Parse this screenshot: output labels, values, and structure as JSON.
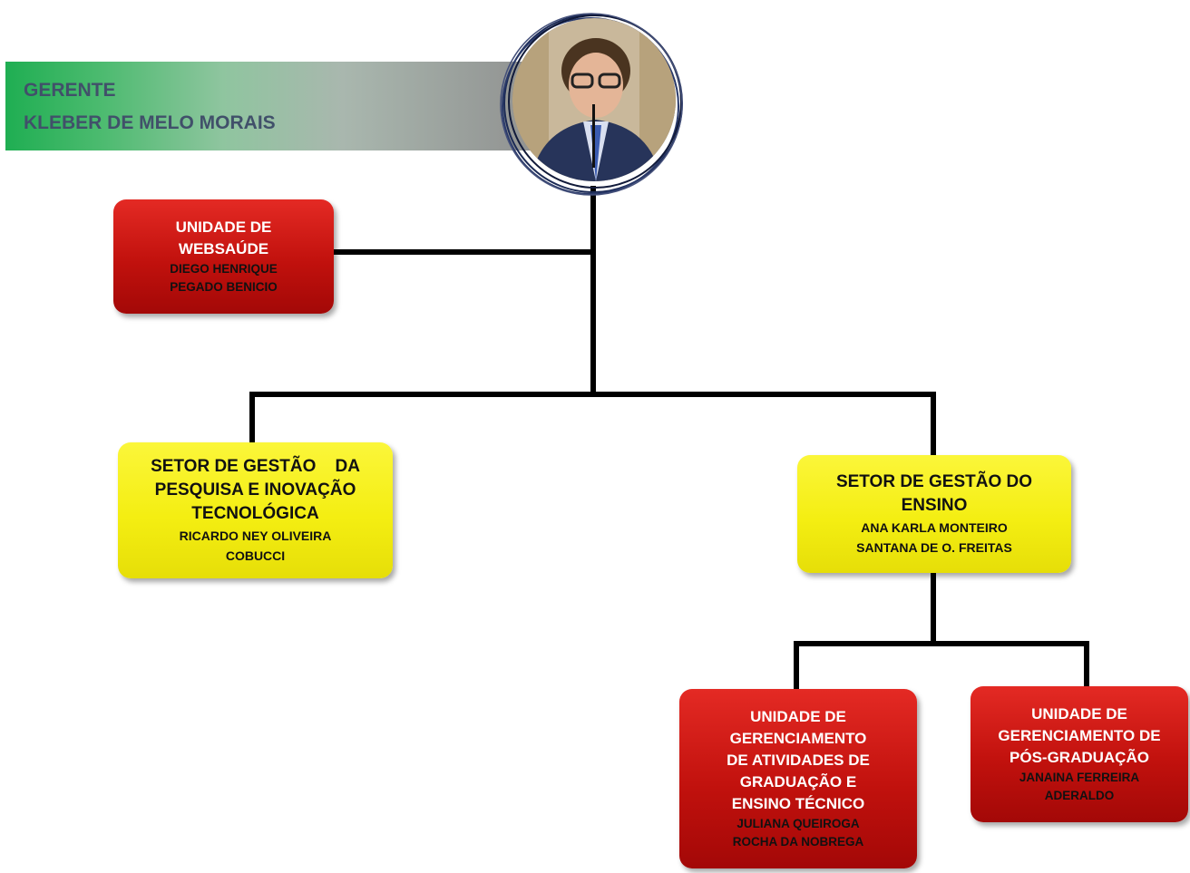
{
  "manager": {
    "role": "GERENTE",
    "name": "KLEBER DE MELO MORAIS"
  },
  "units": {
    "websaude": {
      "title": [
        "UNIDADE DE",
        "WEBSAÚDE"
      ],
      "person": [
        "DIEGO HENRIQUE",
        "PEGADO BENICIO"
      ]
    },
    "pesquisa": {
      "title": [
        "SETOR DE GESTÃO    DA",
        "PESQUISA E INOVAÇÃO",
        "TECNOLÓGICA"
      ],
      "person": [
        "RICARDO NEY OLIVEIRA",
        "COBUCCI"
      ]
    },
    "ensino": {
      "title": [
        "SETOR DE GESTÃO DO",
        "ENSINO"
      ],
      "person": [
        "ANA KARLA MONTEIRO",
        "SANTANA DE O. FREITAS"
      ]
    },
    "graduacao": {
      "title": [
        "UNIDADE DE",
        "GERENCIAMENTO",
        "DE ATIVIDADES DE",
        "GRADUAÇÃO E",
        "ENSINO TÉCNICO"
      ],
      "person": [
        "JULIANA QUEIROGA",
        "ROCHA DA NOBREGA"
      ]
    },
    "posgraduacao": {
      "title": [
        "UNIDADE DE",
        "GERENCIAMENTO DE",
        "PÓS-GRADUAÇÃO"
      ],
      "person": [
        "JANAINA FERREIRA",
        "ADERALDO"
      ]
    }
  },
  "colors": {
    "red_box": "#c1110d",
    "yellow_box": "#f4ee12",
    "banner_green": "#1fae52",
    "banner_text": "#41506a"
  }
}
